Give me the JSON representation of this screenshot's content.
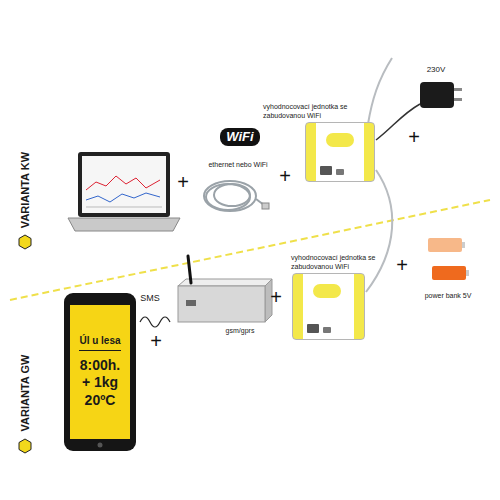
{
  "diagram": {
    "nodes": [
      {
        "text": [
          "vyhodnocovací jednotka se zabudovanou WiFi"
        ]
      },
      {
        "text": [
          "vyhodnocovací jednotka se zabudovanou WiFi"
        ]
      },
      {
        "text": [
          "Úl u lesa",
          "8:00h.",
          "+ 1kg",
          "20ºC"
        ]
      }
    ],
    "labels": [
      "VARIANTA KW",
      "WiFi",
      "ethernet nebo WiFi",
      "230V",
      "+",
      "+",
      "+",
      "VARIANTA GW",
      "SMS",
      "+",
      "gsm/gprs",
      "+",
      "+",
      "power bank 5V"
    ]
  }
}
